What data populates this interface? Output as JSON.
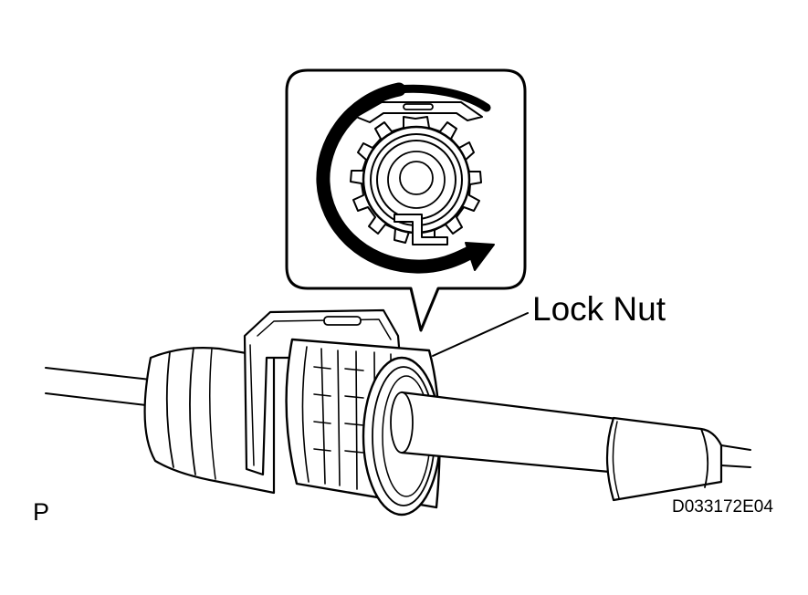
{
  "diagram": {
    "callout_label": "Lock Nut",
    "view_label": "P",
    "figure_code": "D033172E04"
  },
  "colors": {
    "line": "#000000",
    "background": "#ffffff"
  }
}
